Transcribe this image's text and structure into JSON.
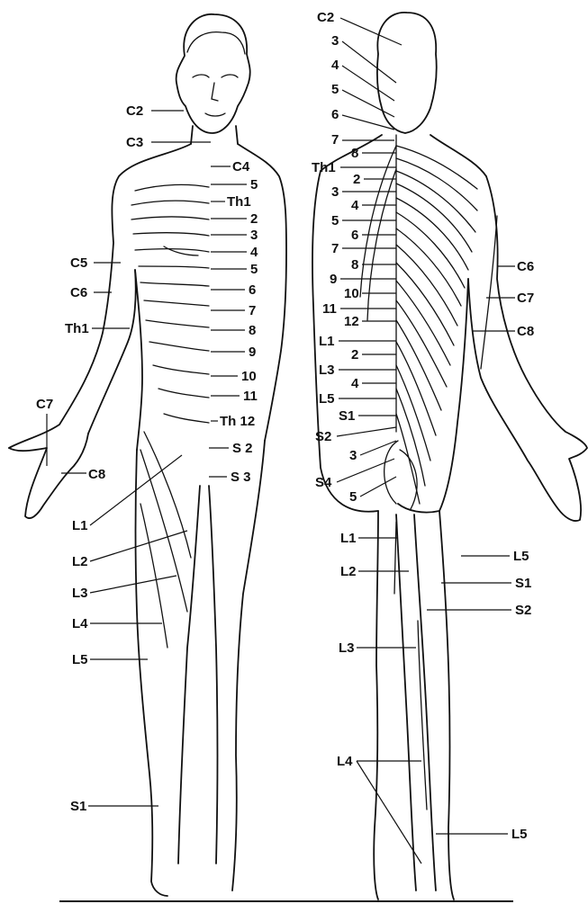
{
  "front_labels": {
    "c2": "C2",
    "c3": "C3",
    "c4": "C4",
    "n5a": "5",
    "th1": "Th1",
    "n2": "2",
    "n3": "3",
    "n4": "4",
    "n5b": "5",
    "n6": "6",
    "n7": "7",
    "n8": "8",
    "n9": "9",
    "n10": "10",
    "n11": "11",
    "th12": "Th 12",
    "s2": "S 2",
    "s3": "S 3",
    "c5": "C5",
    "c6": "C6",
    "th1_arm": "Th1",
    "c7": "C7",
    "c8": "C8",
    "l1": "L1",
    "l2": "L2",
    "l3": "L3",
    "l4": "L4",
    "l5": "L5",
    "s1": "S1"
  },
  "back_labels": {
    "c2": "C2",
    "n3": "3",
    "n4": "4",
    "n5": "5",
    "n6": "6",
    "n7": "7",
    "n8": "8",
    "th1": "Th1",
    "t2": "2",
    "t3": "3",
    "t4": "4",
    "t5": "5",
    "t6": "6",
    "t7": "7",
    "t8": "8",
    "t9": "9",
    "t10": "10",
    "t11": "11",
    "t12": "12",
    "l1": "L1",
    "l2s": "2",
    "l3": "L3",
    "l4s": "4",
    "l5": "L5",
    "s1": "S1",
    "s2": "S2",
    "s3s": "3",
    "s4": "S4",
    "s5s": "5",
    "c6": "C6",
    "c7": "C7",
    "c8": "C8",
    "leg_l1": "L1",
    "leg_l2": "L2",
    "leg_l3": "L3",
    "leg_l4": "L4",
    "leg_l5_top": "L5",
    "leg_s1": "S1",
    "leg_s2": "S2",
    "leg_l5_bottom": "L5"
  }
}
